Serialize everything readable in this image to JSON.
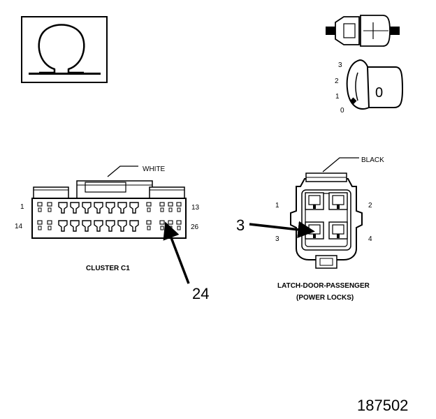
{
  "ohm_symbol": "Ω",
  "ignition": {
    "positions": [
      "3",
      "2",
      "1",
      "0"
    ],
    "key_label": "0"
  },
  "cluster": {
    "wire_color": "WHITE",
    "pin_top_left": "1",
    "pin_top_right": "13",
    "pin_bottom_left": "14",
    "pin_bottom_right": "26",
    "name": "CLUSTER C1",
    "callout": "24"
  },
  "latch": {
    "wire_color": "BLACK",
    "pins": [
      "1",
      "2",
      "3",
      "4"
    ],
    "callout": "3",
    "name": "LATCH-DOOR-PASSENGER",
    "subtitle": "(POWER LOCKS)"
  },
  "figure_number": "187502"
}
